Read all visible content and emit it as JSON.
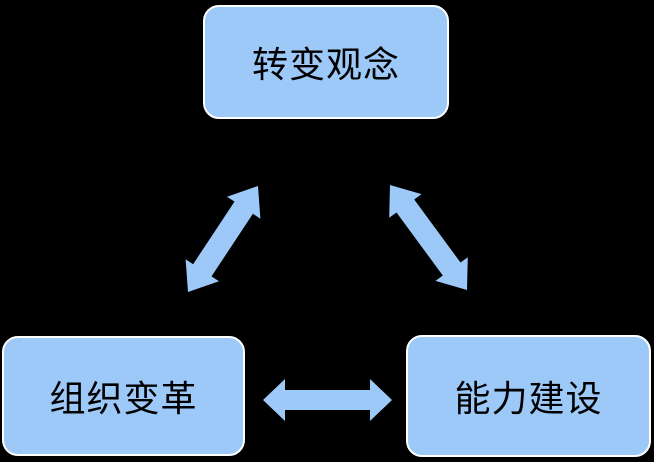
{
  "diagram": {
    "title": "three-element cycle diagram",
    "nodes": [
      {
        "id": "top",
        "label": "转变观念"
      },
      {
        "id": "bottom_left",
        "label": "组织变革"
      },
      {
        "id": "bottom_right",
        "label": "能力建设"
      }
    ],
    "edges": [
      {
        "from": "top",
        "to": "bottom_left",
        "bidirectional": true
      },
      {
        "from": "top",
        "to": "bottom_right",
        "bidirectional": true
      },
      {
        "from": "bottom_left",
        "to": "bottom_right",
        "bidirectional": true
      }
    ]
  },
  "colors": {
    "background": "#000000",
    "node_fill": "#9CC9F8",
    "node_stroke": "#FFFFFF",
    "node_text": "#000000",
    "arrow_fill": "#9CC9F8"
  }
}
